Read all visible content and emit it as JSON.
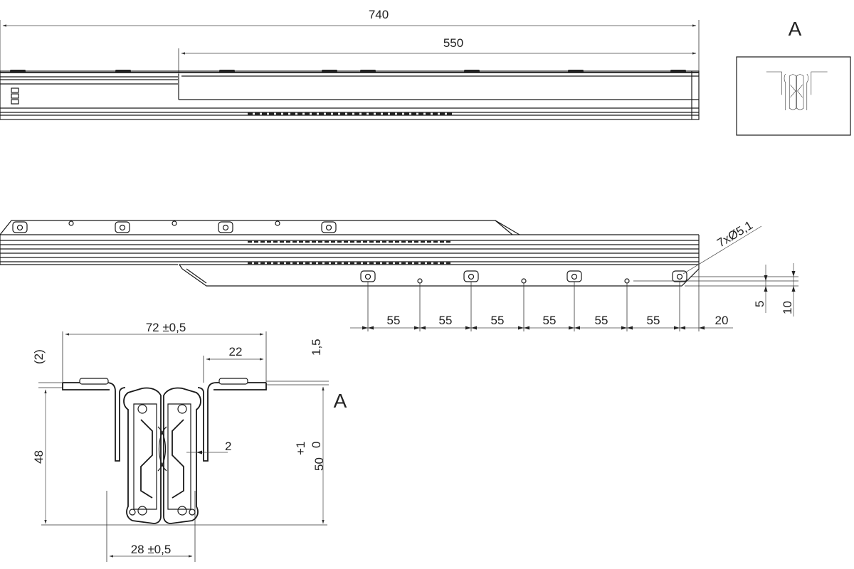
{
  "top_view": {
    "overall_length": "740",
    "inner_length": "550"
  },
  "detail": {
    "label": "A"
  },
  "side_view": {
    "holes": "7xØ5,1",
    "pitch": [
      "55",
      "55",
      "55",
      "55",
      "55",
      "55"
    ],
    "end_offset": "20",
    "height_5": "5",
    "height_10": "10"
  },
  "section": {
    "width_total": "72 ±0,5",
    "flange": "22",
    "thickness_paren": "(2)",
    "thickness_top": "1,5",
    "label": "A",
    "web_gap": "2",
    "height_left": "48",
    "height_right": "50",
    "tol_upper": "+1",
    "tol_lower": "0",
    "bottom_width": "28 ±0,5"
  },
  "colors": {
    "line": "#1a1a1a",
    "background": "#ffffff"
  }
}
